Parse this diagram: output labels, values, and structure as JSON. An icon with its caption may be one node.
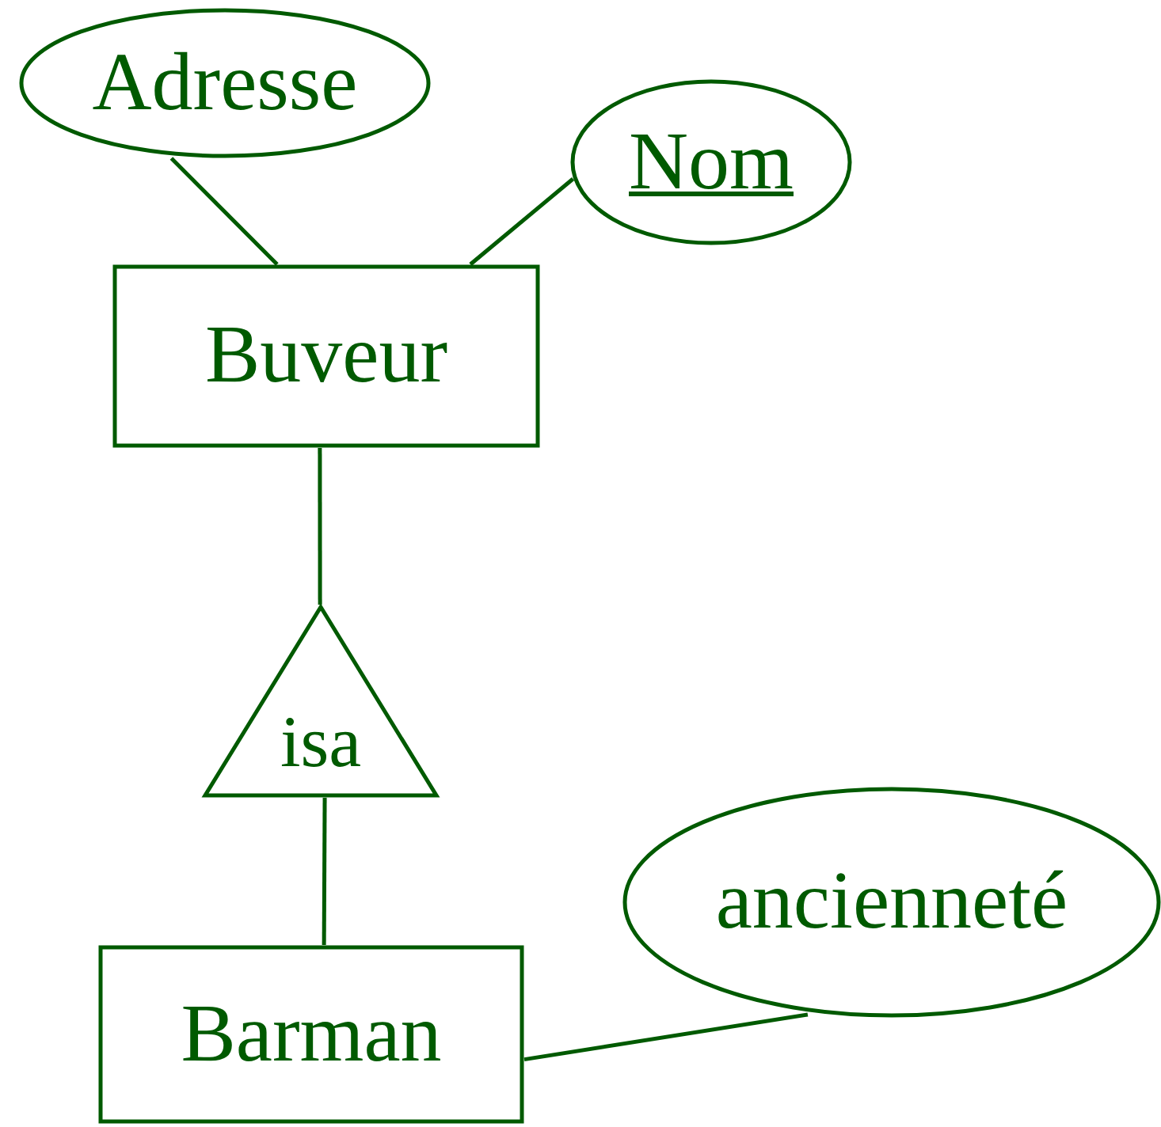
{
  "diagram": {
    "nodes": [
      {
        "text": [
          "Adresse"
        ]
      },
      {
        "text": [
          "Nom"
        ]
      },
      {
        "text": [
          "Buveur"
        ]
      },
      {
        "text": [
          "isa"
        ]
      },
      {
        "text": [
          "Barman"
        ]
      },
      {
        "text": [
          "ancienneté"
        ]
      }
    ],
    "edges": [
      {
        "from": 0,
        "to": 2,
        "arrow": "none"
      },
      {
        "from": 1,
        "to": 2,
        "arrow": "none"
      },
      {
        "from": 2,
        "to": 3,
        "arrow": "none"
      },
      {
        "from": 3,
        "to": 4,
        "arrow": "none"
      },
      {
        "from": 4,
        "to": 5,
        "arrow": "none"
      }
    ]
  }
}
